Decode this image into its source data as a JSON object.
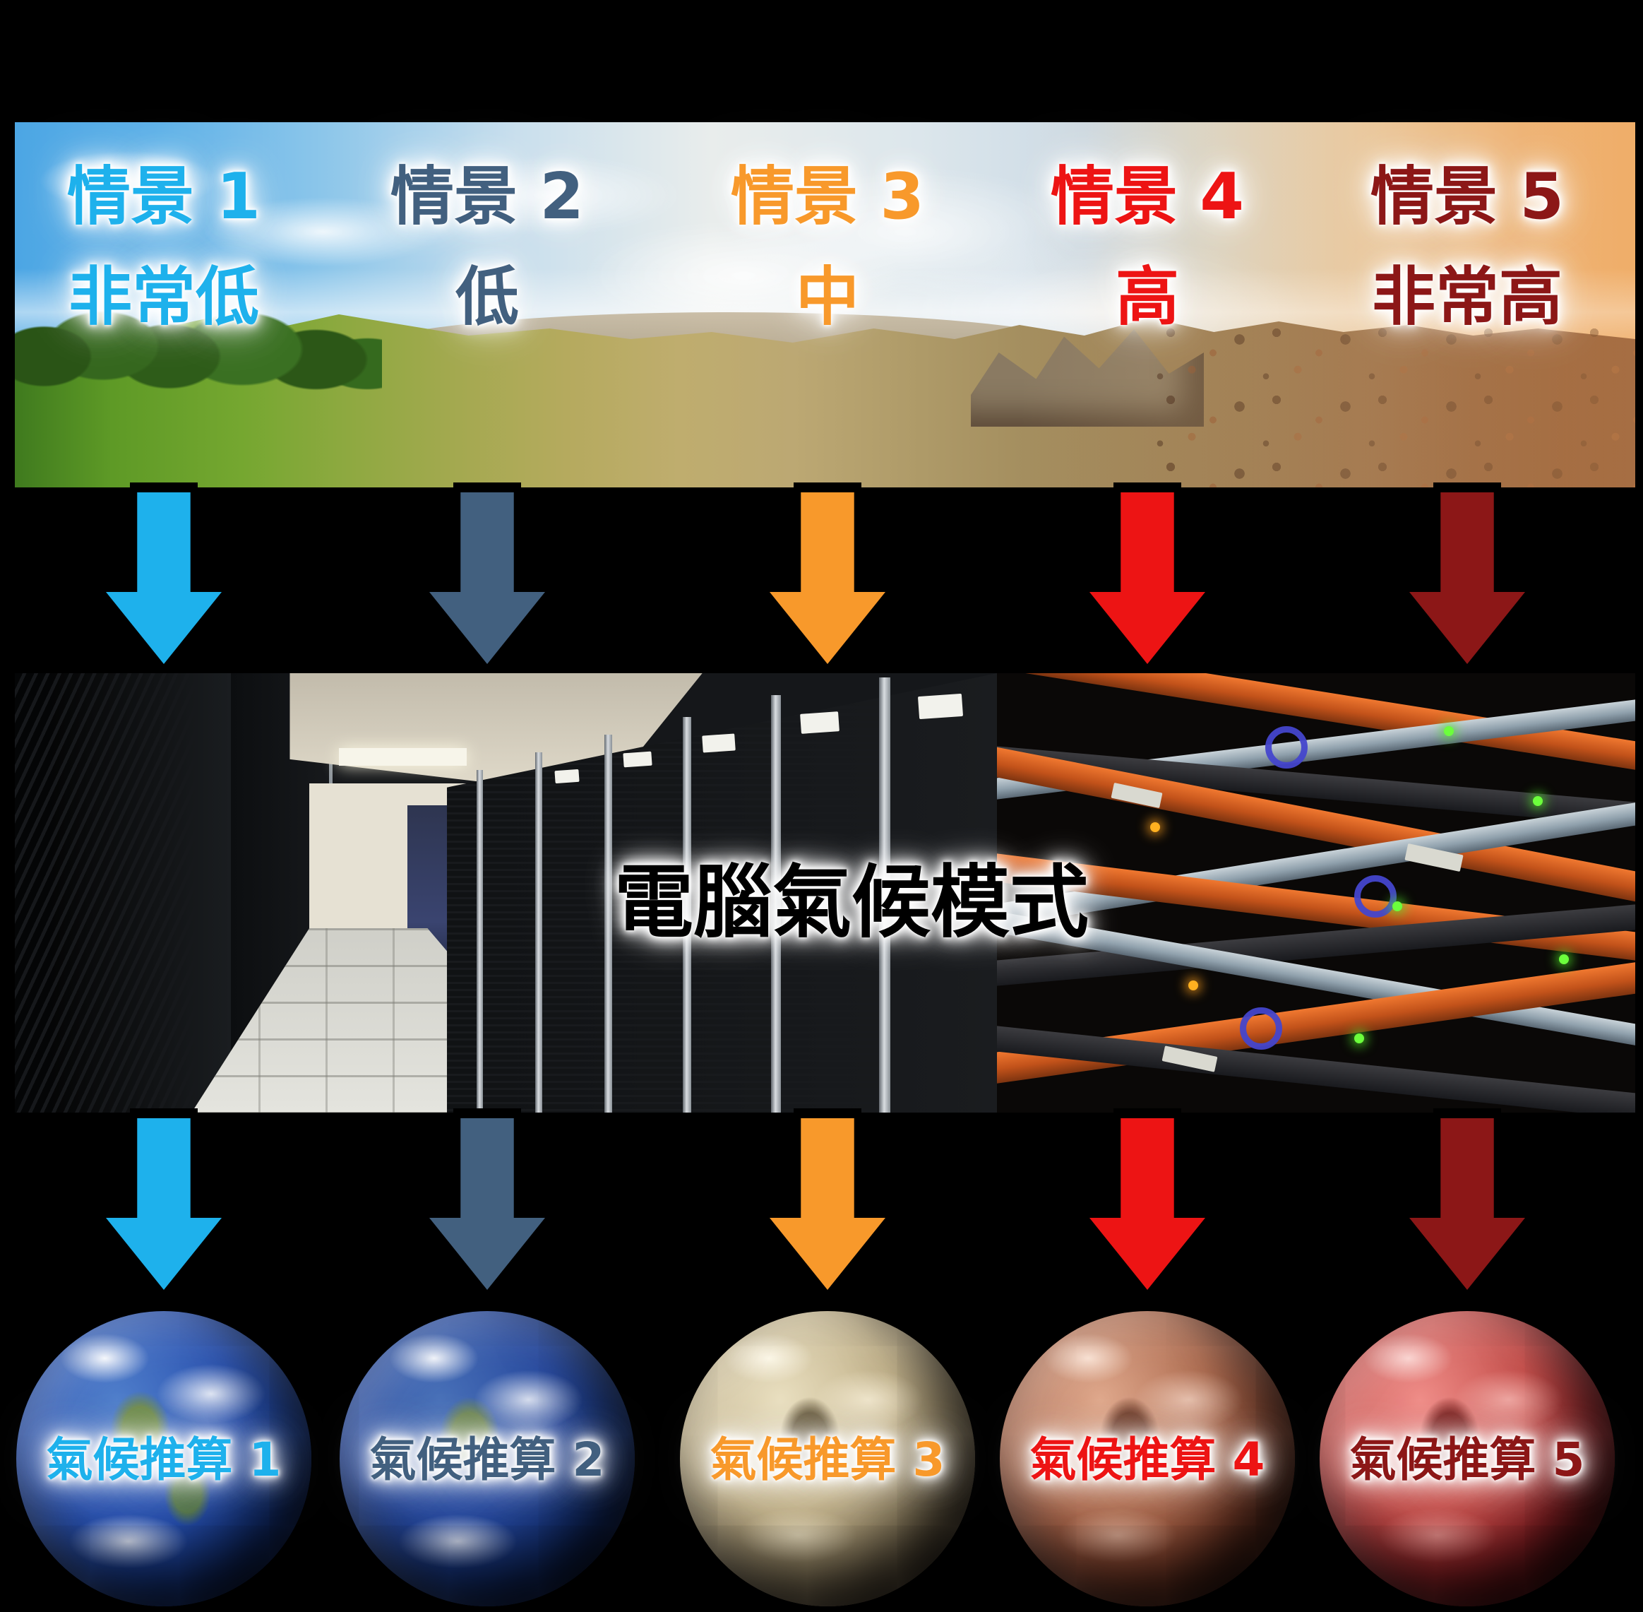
{
  "figure": {
    "model_title": "電腦氣候模式"
  },
  "photos": {
    "top": "landscape-panorama-green-to-desert",
    "middle_left": "supercomputer-room",
    "middle_right": "server-network-cables"
  },
  "scenarios": [
    {
      "label": "情景 1",
      "level": "非常低",
      "color": "#1eb1ec"
    },
    {
      "label": "情景 2",
      "level": "低",
      "color": "#42607f"
    },
    {
      "label": "情景 3",
      "level": "中",
      "color": "#f8992b"
    },
    {
      "label": "情景 4",
      "level": "高",
      "color": "#ed1414"
    },
    {
      "label": "情景 5",
      "level": "非常高",
      "color": "#8c1717"
    }
  ],
  "projections": [
    {
      "label": "氣候推算 1",
      "color": "#1eb1ec",
      "globe": "earth-globe-blue"
    },
    {
      "label": "氣候推算 2",
      "color": "#42607f",
      "globe": "earth-globe-blue-muted"
    },
    {
      "label": "氣候推算 3",
      "color": "#f8992b",
      "globe": "earth-globe-sepia"
    },
    {
      "label": "氣候推算 4",
      "color": "#ed1414",
      "globe": "earth-globe-red-brown"
    },
    {
      "label": "氣候推算 5",
      "color": "#8c1717",
      "globe": "earth-globe-deep-red"
    }
  ]
}
